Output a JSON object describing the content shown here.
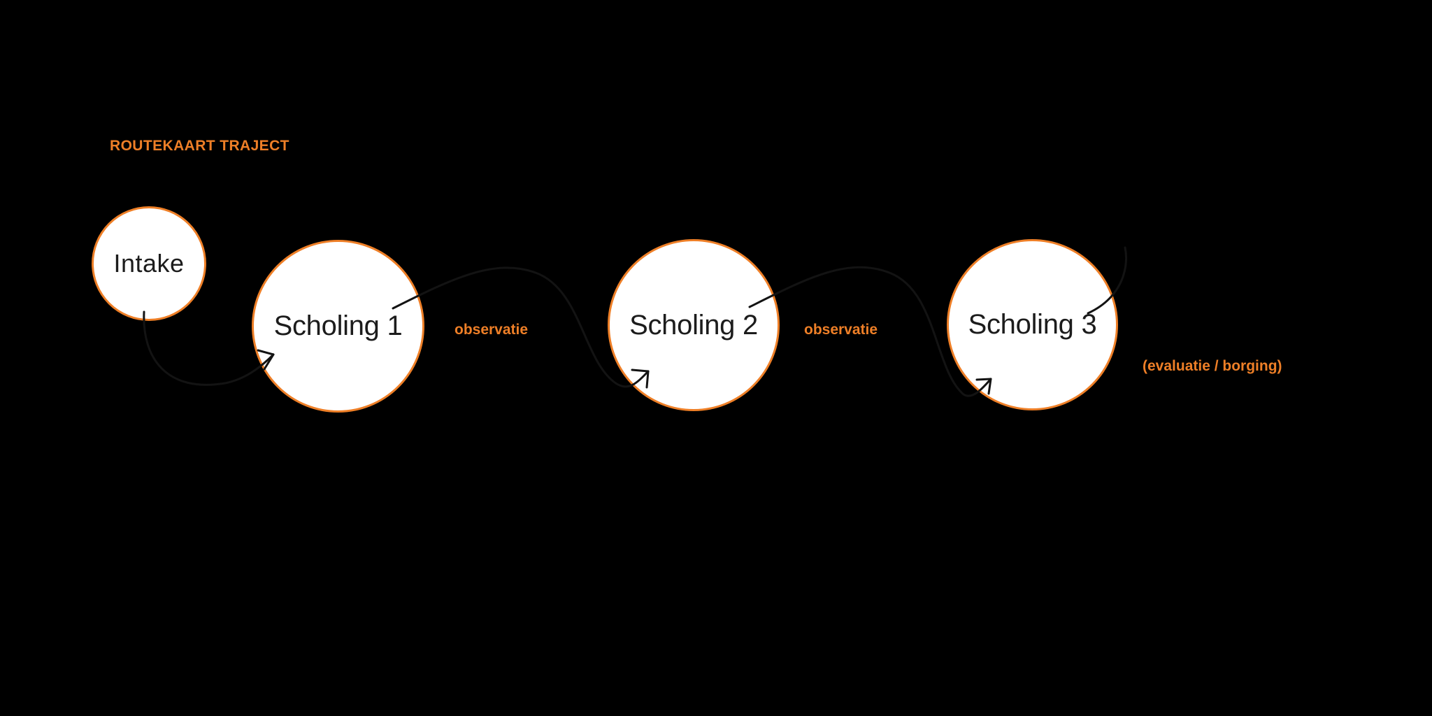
{
  "title": "ROUTEKAART TRAJECT",
  "colors": {
    "bg": "#000000",
    "accent": "#EE7F27",
    "node-fill": "#FFFFFF",
    "node-text": "#1C1C1C",
    "ink": "#131313"
  },
  "nodes": [
    {
      "id": "intake",
      "label": "Intake"
    },
    {
      "id": "scholing-1",
      "label": "Scholing 1"
    },
    {
      "id": "scholing-2",
      "label": "Scholing 2"
    },
    {
      "id": "scholing-3",
      "label": "Scholing 3"
    }
  ],
  "annotations": [
    {
      "id": "observatie-1",
      "text": "observatie"
    },
    {
      "id": "observatie-2",
      "text": "observatie"
    },
    {
      "id": "evaluatie-borging",
      "text": "(evaluatie / borging)"
    }
  ],
  "flow": [
    "Intake → Scholing 1",
    "Scholing 1 → (observatie) → Scholing 2",
    "Scholing 2 → (observatie) → Scholing 3",
    "Scholing 3 → (evaluatie / borging)"
  ]
}
